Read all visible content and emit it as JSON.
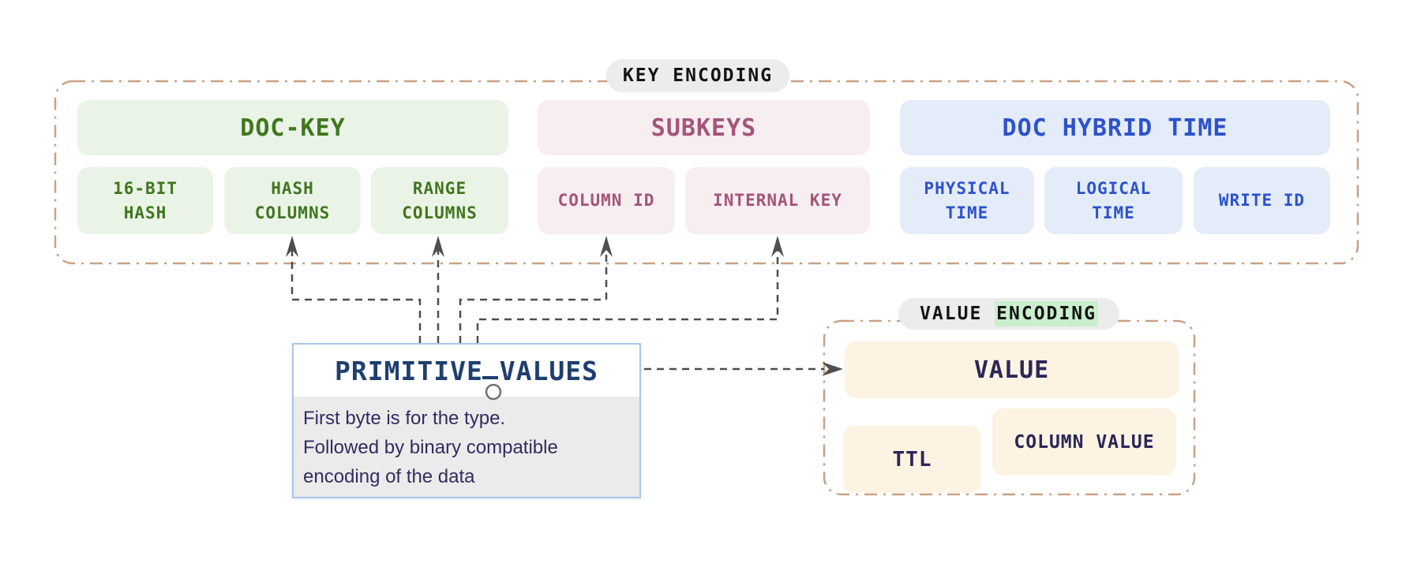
{
  "colors": {
    "doc_key_text": "#40761e",
    "doc_key_bg": "#eaf4e6",
    "subkeys_text": "#a5547a",
    "subkeys_bg": "#f6eef1",
    "hybrid_time_text": "#2d52cb",
    "hybrid_time_bg": "#e4ecfa",
    "value_node_bg": "#fcf3e3",
    "value_node_text": "#2c2657",
    "container_dash_border": "#c9a185",
    "arrow_dash": "#4e4e4e",
    "label_pill_bg": "#ececec",
    "encoding_highlight": "#c9efcd",
    "primitive_title_text": "#1e3f70",
    "primitive_border": "#aac7e6",
    "primitive_body_bg": "#ebebeb",
    "primitive_body_text": "#332b60"
  },
  "key_encoding": {
    "label": "KEY ENCODING",
    "groups": [
      {
        "header": "DOC-KEY",
        "items": [
          "16-BIT\nHASH",
          "HASH\nCOLUMNS",
          "RANGE\nCOLUMNS"
        ]
      },
      {
        "header": "SUBKEYS",
        "items": [
          "COLUMN ID",
          "INTERNAL KEY"
        ]
      },
      {
        "header": "DOC HYBRID TIME",
        "items": [
          "PHYSICAL\nTIME",
          "LOGICAL\nTIME",
          "WRITE ID"
        ]
      }
    ]
  },
  "primitive_values": {
    "title": "PRIMITIVE VALUES",
    "description": "First byte is for the type.\nFollowed by binary compatible\nencoding of the data"
  },
  "value_encoding": {
    "label_plain": "VALUE ",
    "label_highlighted": "ENCODING",
    "value_label": "VALUE",
    "ttl_label": "TTL",
    "column_value_label": "COLUMN VALUE"
  }
}
